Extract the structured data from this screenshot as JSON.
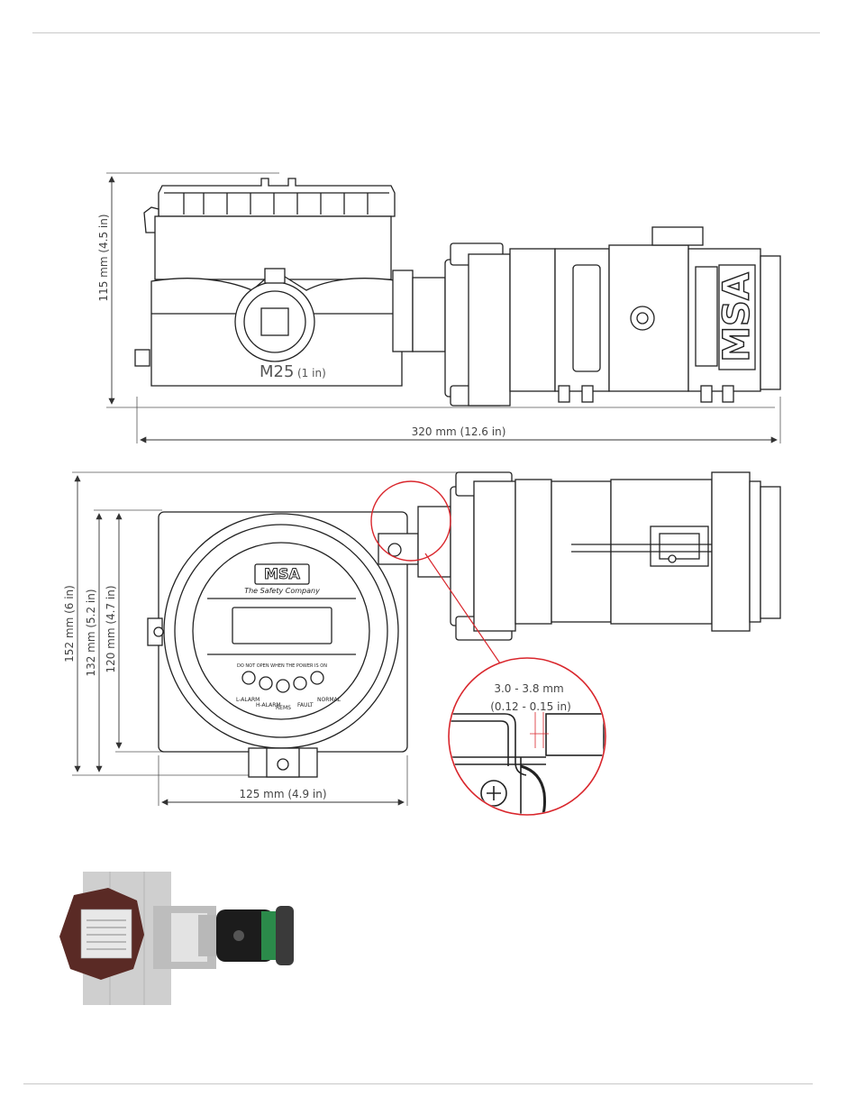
{
  "top_view": {
    "height_label": "115 mm   (4.5 in)",
    "length_label": "320 mm     (12.6 in)",
    "conduit_label_main": "M25",
    "conduit_label_sub": "(1 in)"
  },
  "front_view": {
    "height_overall_label": "152 mm     (6 in)",
    "height_mid_label": "132 mm    (5.2 in)",
    "height_inner_label": "120 mm    (4.7 in)",
    "width_label": "125 mm  (4.9 in)",
    "logo_text": "MSA",
    "logo_tagline": "The Safety Company",
    "keypad_notice": "DO NOT OPEN WHEN THE POWER IS ON",
    "indicator_labels": [
      "L-ALARM",
      "H-ALARM",
      "REMS",
      "FAULT",
      "NORMAL"
    ]
  },
  "detail_view": {
    "gap_label": "3.0 - 3.8 mm",
    "gap_label_in": "(0.12 - 0.15 in)",
    "accent_color": "#d9262c"
  },
  "sensor_logo": "MSA",
  "photo": {
    "housing_color": "#5a2a25",
    "sensor_color": "#1c1c1c",
    "panel_color": "#cfcfcf"
  }
}
